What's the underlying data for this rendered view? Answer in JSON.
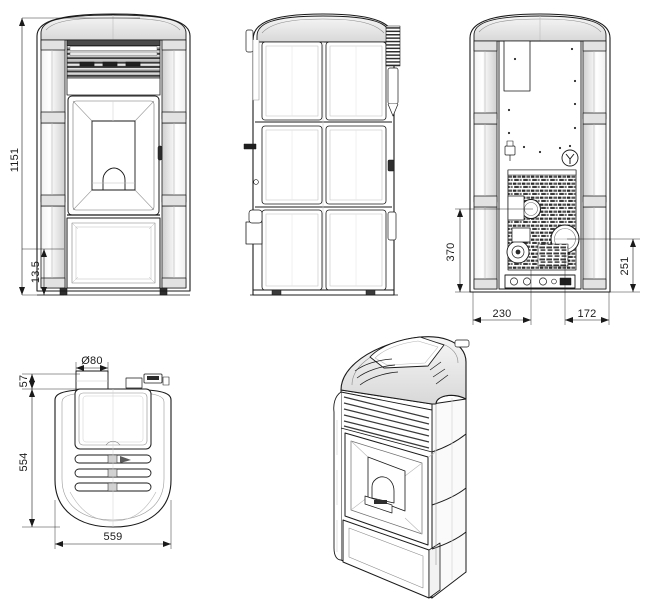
{
  "drawing": {
    "type": "technical-drawing",
    "subject": "pellet stove",
    "unit": "mm",
    "background_color": "#ffffff",
    "line_color": "#1a1a1a",
    "fill_color": "#ffffff",
    "shade_color": "#d9d9d9",
    "views": [
      {
        "id": "front",
        "name": "front-elevation"
      },
      {
        "id": "side",
        "name": "side-elevation"
      },
      {
        "id": "rear",
        "name": "rear-elevation"
      },
      {
        "id": "top",
        "name": "top-plan-view"
      },
      {
        "id": "isometric",
        "name": "isometric-3d-view"
      }
    ]
  },
  "dimensions": {
    "front_height": "1151",
    "front_base_height": "13.5",
    "rear_left_height": "370",
    "rear_right_height": "251",
    "rear_left_width": "230",
    "rear_right_width": "172",
    "top_flue_diameter": "Ø80",
    "top_flue_offset": "57",
    "top_depth": "554",
    "top_width": "559"
  }
}
